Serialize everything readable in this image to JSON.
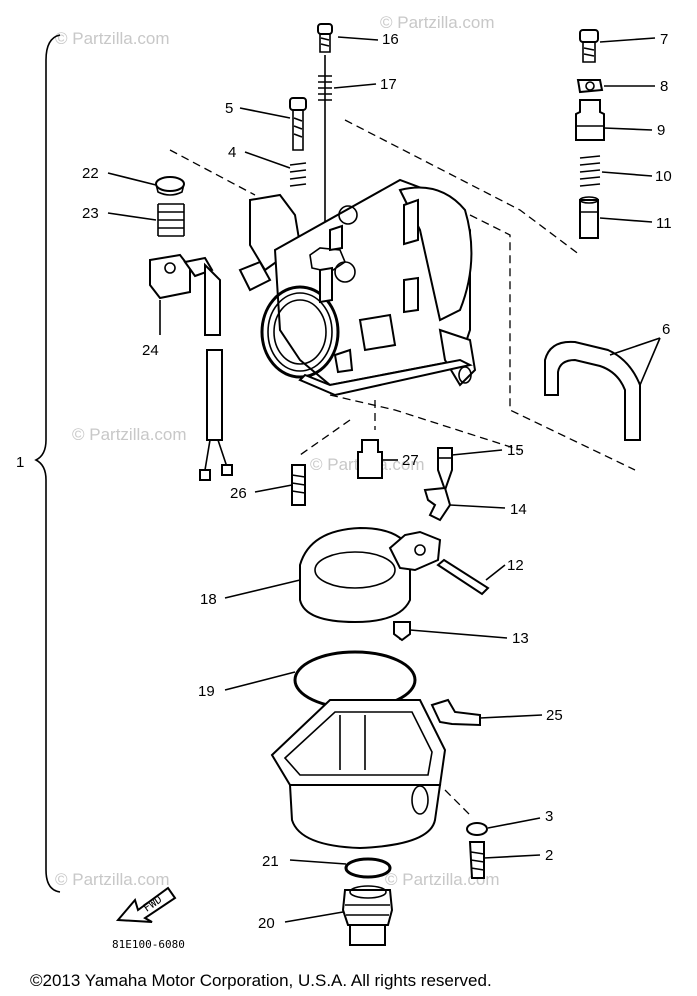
{
  "watermark": "© Partzilla.com",
  "drawing_code": "81E100-6080",
  "copyright": "©2013  Yamaha Motor Corporation, U.S.A. All rights reserved.",
  "fwd_label": "FWD",
  "callouts": {
    "c1": "1",
    "c2": "2",
    "c3": "3",
    "c4": "4",
    "c5": "5",
    "c6": "6",
    "c7": "7",
    "c8": "8",
    "c9": "9",
    "c10": "10",
    "c11": "11",
    "c12": "12",
    "c13": "13",
    "c14": "14",
    "c15": "15",
    "c16": "16",
    "c17": "17",
    "c18": "18",
    "c19": "19",
    "c20": "20",
    "c21": "21",
    "c22": "22",
    "c23": "23",
    "c24": "24",
    "c25": "25",
    "c26": "26",
    "c27": "27"
  }
}
